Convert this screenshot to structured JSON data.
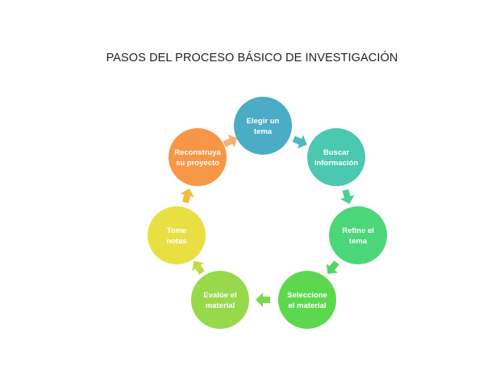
{
  "diagram": {
    "title": "PASOS DEL PROCESO BÁSICO DE INVESTIGACIÓN",
    "steps": [
      {
        "lines": [
          "Elegir un",
          "tema"
        ],
        "color": "#4bacc6"
      },
      {
        "lines": [
          "Buscar",
          "información"
        ],
        "color": "#4ac8b0"
      },
      {
        "lines": [
          "Refine el",
          "tema"
        ],
        "color": "#4bd67a"
      },
      {
        "lines": [
          "Seleccione",
          "el material"
        ],
        "color": "#5cd84e"
      },
      {
        "lines": [
          "Evalúe el",
          "material"
        ],
        "color": "#97d94a"
      },
      {
        "lines": [
          "Tome",
          "notas"
        ],
        "color": "#e8e043"
      },
      {
        "lines": [
          "Reconstruya",
          "su proyecto"
        ],
        "color": "#f79646"
      }
    ],
    "arrow_colors": [
      "#4bbac0",
      "#4bcf95",
      "#52d764",
      "#78d84c",
      "#c0dc46",
      "#f0bb44",
      "#f8b07a"
    ]
  }
}
